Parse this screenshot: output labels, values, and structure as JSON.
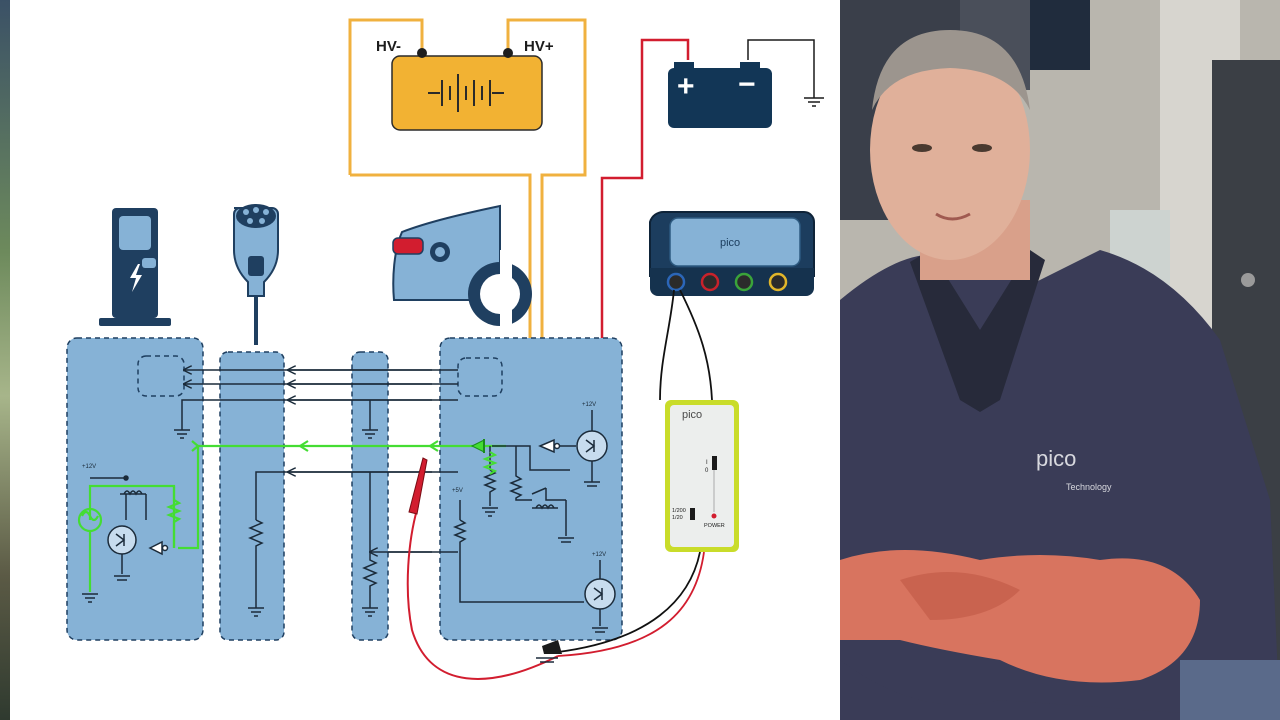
{
  "battery_hv": {
    "neg_label": "HV-",
    "pos_label": "HV+"
  },
  "battery_12v": {
    "pos_symbol": "+",
    "neg_symbol": "−"
  },
  "scope": {
    "brand": "pico"
  },
  "attenuator": {
    "brand": "pico",
    "switch_on": "I",
    "switch_off": "0",
    "range_high": "1/200",
    "range_low": "1/20",
    "power_label": "POWER"
  },
  "supply_labels": {
    "ecu_12v": "+12V",
    "evse_12v": "+12V",
    "ecu_5v": "+5V",
    "ecu_12v_bottom": "+12V"
  },
  "presenter": {
    "shirt_brand": "pico",
    "shirt_sub": "Technology"
  },
  "colors": {
    "hv_battery": "#f2b233",
    "hv_wire": "#f0b13f",
    "lv_battery": "#123656",
    "module_fill": "#86b2d6",
    "signal_green": "#44dd33",
    "probe_red": "#d21d2f",
    "attenuator_trim": "#c9dc2a"
  }
}
